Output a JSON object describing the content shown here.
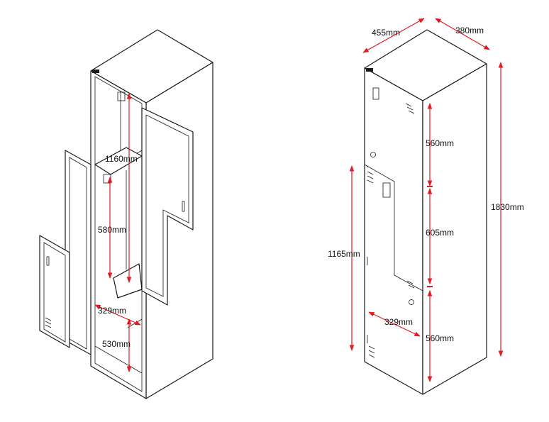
{
  "colors": {
    "dimension": "#e21a22",
    "line": "#1a1a1a",
    "background": "#ffffff"
  },
  "open_view": {
    "dim_total_inner": "1160mm",
    "dim_upper": "580mm",
    "dim_width": "329mm",
    "dim_depth": "530mm"
  },
  "closed_view": {
    "dim_width": "455mm",
    "dim_depth": "380mm",
    "dim_top": "560mm",
    "dim_middle": "605mm",
    "dim_bottom": "560mm",
    "dim_height": "1830mm",
    "dim_compartment": "1165mm",
    "dim_door_width": "329mm"
  }
}
